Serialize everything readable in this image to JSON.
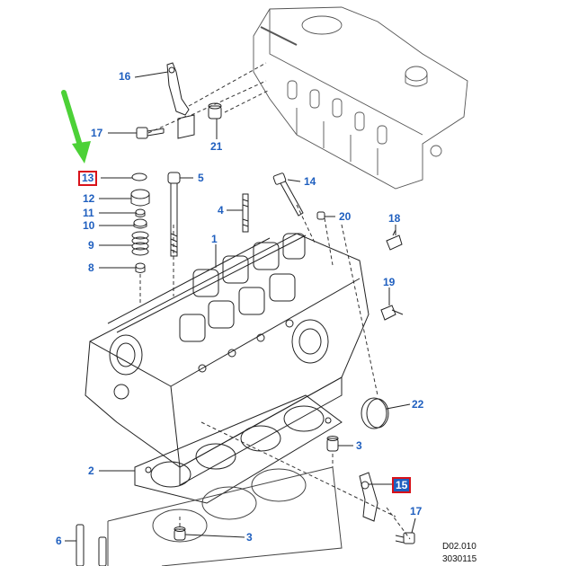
{
  "colors": {
    "callout": "#1f5fbf",
    "highlight_box": "#d8121a",
    "arrow": "#4cd137",
    "line": "#222222"
  },
  "callouts": [
    {
      "id": "c16",
      "label": "16"
    },
    {
      "id": "c17a",
      "label": "17"
    },
    {
      "id": "c21",
      "label": "21"
    },
    {
      "id": "c13",
      "label": "13",
      "highlight": "boxed"
    },
    {
      "id": "c5",
      "label": "5"
    },
    {
      "id": "c14",
      "label": "14"
    },
    {
      "id": "c12",
      "label": "12"
    },
    {
      "id": "c11",
      "label": "11"
    },
    {
      "id": "c10",
      "label": "10"
    },
    {
      "id": "c4",
      "label": "4"
    },
    {
      "id": "c20",
      "label": "20"
    },
    {
      "id": "c18",
      "label": "18"
    },
    {
      "id": "c9",
      "label": "9"
    },
    {
      "id": "c1",
      "label": "1"
    },
    {
      "id": "c8",
      "label": "8"
    },
    {
      "id": "c19",
      "label": "19"
    },
    {
      "id": "c22",
      "label": "22"
    },
    {
      "id": "c3a",
      "label": "3"
    },
    {
      "id": "c2",
      "label": "2"
    },
    {
      "id": "c15",
      "label": "15",
      "highlight": "filled"
    },
    {
      "id": "c17b",
      "label": "17"
    },
    {
      "id": "c6",
      "label": "6"
    },
    {
      "id": "c3b",
      "label": "3"
    }
  ],
  "reference": {
    "code": "D02.010",
    "number": "3030115"
  },
  "arrow_icon": "green-arrow-icon"
}
